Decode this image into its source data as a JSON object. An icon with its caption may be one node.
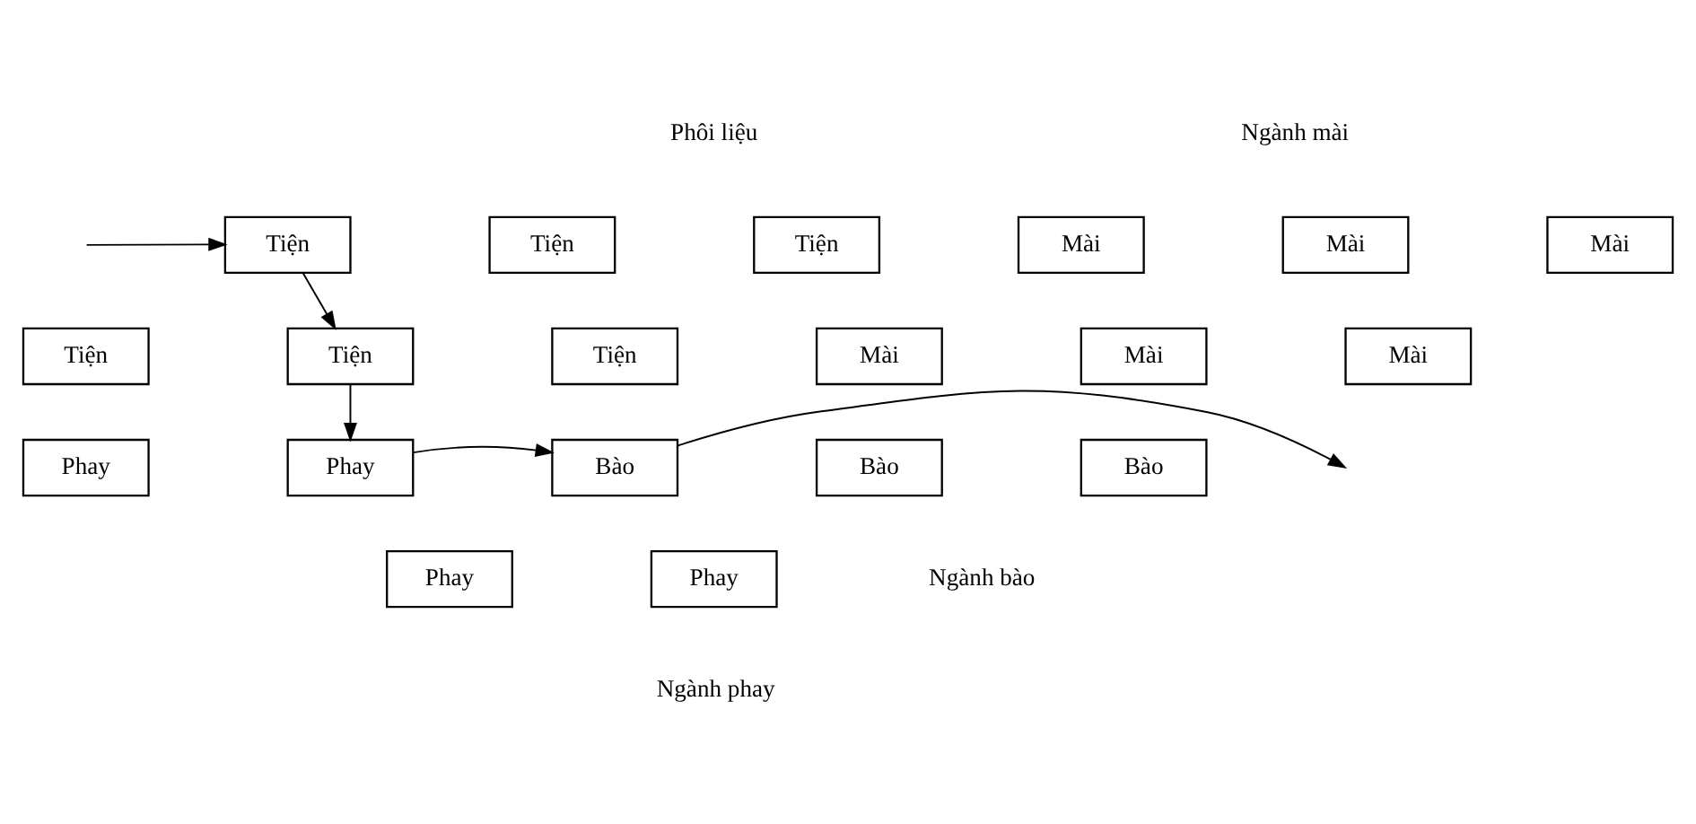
{
  "diagram": {
    "nodes": [
      {
        "text": [
          "Tiện"
        ]
      },
      {
        "text": [
          "Tiện"
        ]
      },
      {
        "text": [
          "Tiện"
        ]
      },
      {
        "text": [
          "Mài"
        ]
      },
      {
        "text": [
          "Mài"
        ]
      },
      {
        "text": [
          "Mài"
        ]
      },
      {
        "text": [
          "Tiện"
        ]
      },
      {
        "text": [
          "Tiện"
        ]
      },
      {
        "text": [
          "Tiện"
        ]
      },
      {
        "text": [
          "Mài"
        ]
      },
      {
        "text": [
          "Mài"
        ]
      },
      {
        "text": [
          "Mài"
        ]
      },
      {
        "text": [
          "Phay"
        ]
      },
      {
        "text": [
          "Phay"
        ]
      },
      {
        "text": [
          "Bào"
        ]
      },
      {
        "text": [
          "Bào"
        ]
      },
      {
        "text": [
          "Bào"
        ]
      },
      {
        "text": [
          "Phay"
        ]
      },
      {
        "text": [
          "Phay"
        ]
      }
    ],
    "edges": [
      {
        "from": null,
        "to": 0,
        "arrow": "to"
      },
      {
        "from": 0,
        "to": 7,
        "arrow": "to"
      },
      {
        "from": 7,
        "to": 13,
        "arrow": "to"
      },
      {
        "from": 13,
        "to": 14,
        "arrow": "to"
      },
      {
        "from": 14,
        "to": null,
        "arrow": "to"
      }
    ],
    "labels": [
      "Phôi liệu",
      "Ngành mài",
      "Ngành bào",
      "Ngành phay"
    ]
  }
}
